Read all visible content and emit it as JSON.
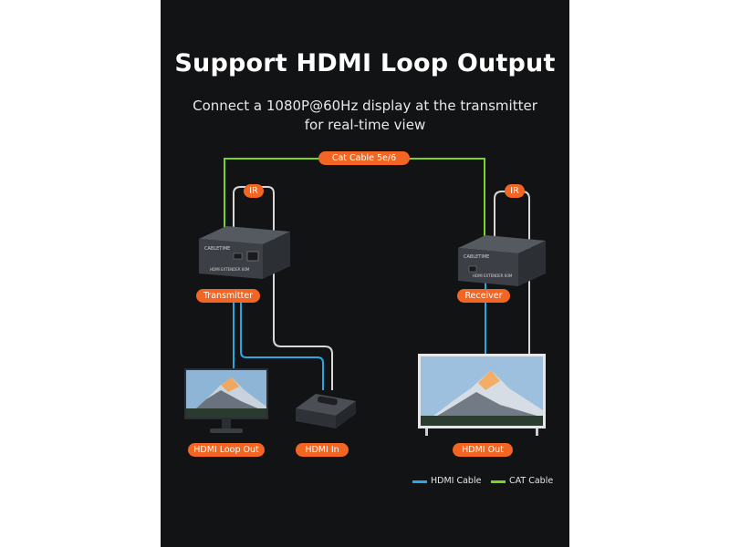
{
  "title": "Support HDMI Loop Output",
  "subtitle_line1": "Connect a 1080P@60Hz display at the transmitter",
  "subtitle_line2": "for real-time view",
  "labels": {
    "cat_cable": "Cat Cable 5e/6",
    "ir_left": "IR",
    "ir_right": "IR",
    "transmitter": "Transmitter",
    "receiver": "Receiver",
    "hdmi_loop_out": "HDMI Loop Out",
    "hdmi_in": "HDMI In",
    "hdmi_out": "HDMI Out"
  },
  "device_text": {
    "brand": "CABLETIME",
    "tx_model": "HDMI EXTENDER 60M",
    "rx_model": "HDMI EXTENDER 60M"
  },
  "legend": {
    "hdmi": "HDMI Cable",
    "cat": "CAT Cable"
  },
  "colors": {
    "background": "#121315",
    "accent_orange": "#f26522",
    "hdmi_cable": "#2aa6e0",
    "cat_cable": "#7ed321",
    "ir_cable": "#d8d8d8"
  }
}
